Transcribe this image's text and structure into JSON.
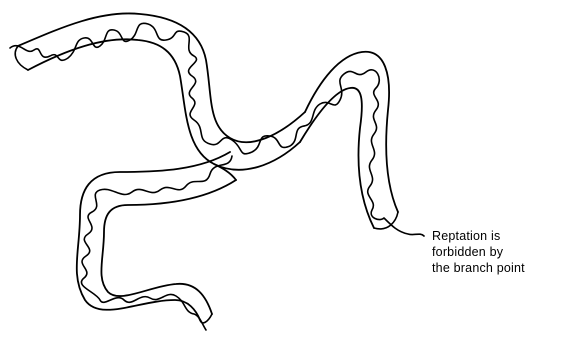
{
  "diagram": {
    "caption_lines": [
      "Reptation is",
      "forbidden by",
      "the branch point"
    ],
    "colors": {
      "line": "#000000",
      "background": "#ffffff"
    }
  }
}
